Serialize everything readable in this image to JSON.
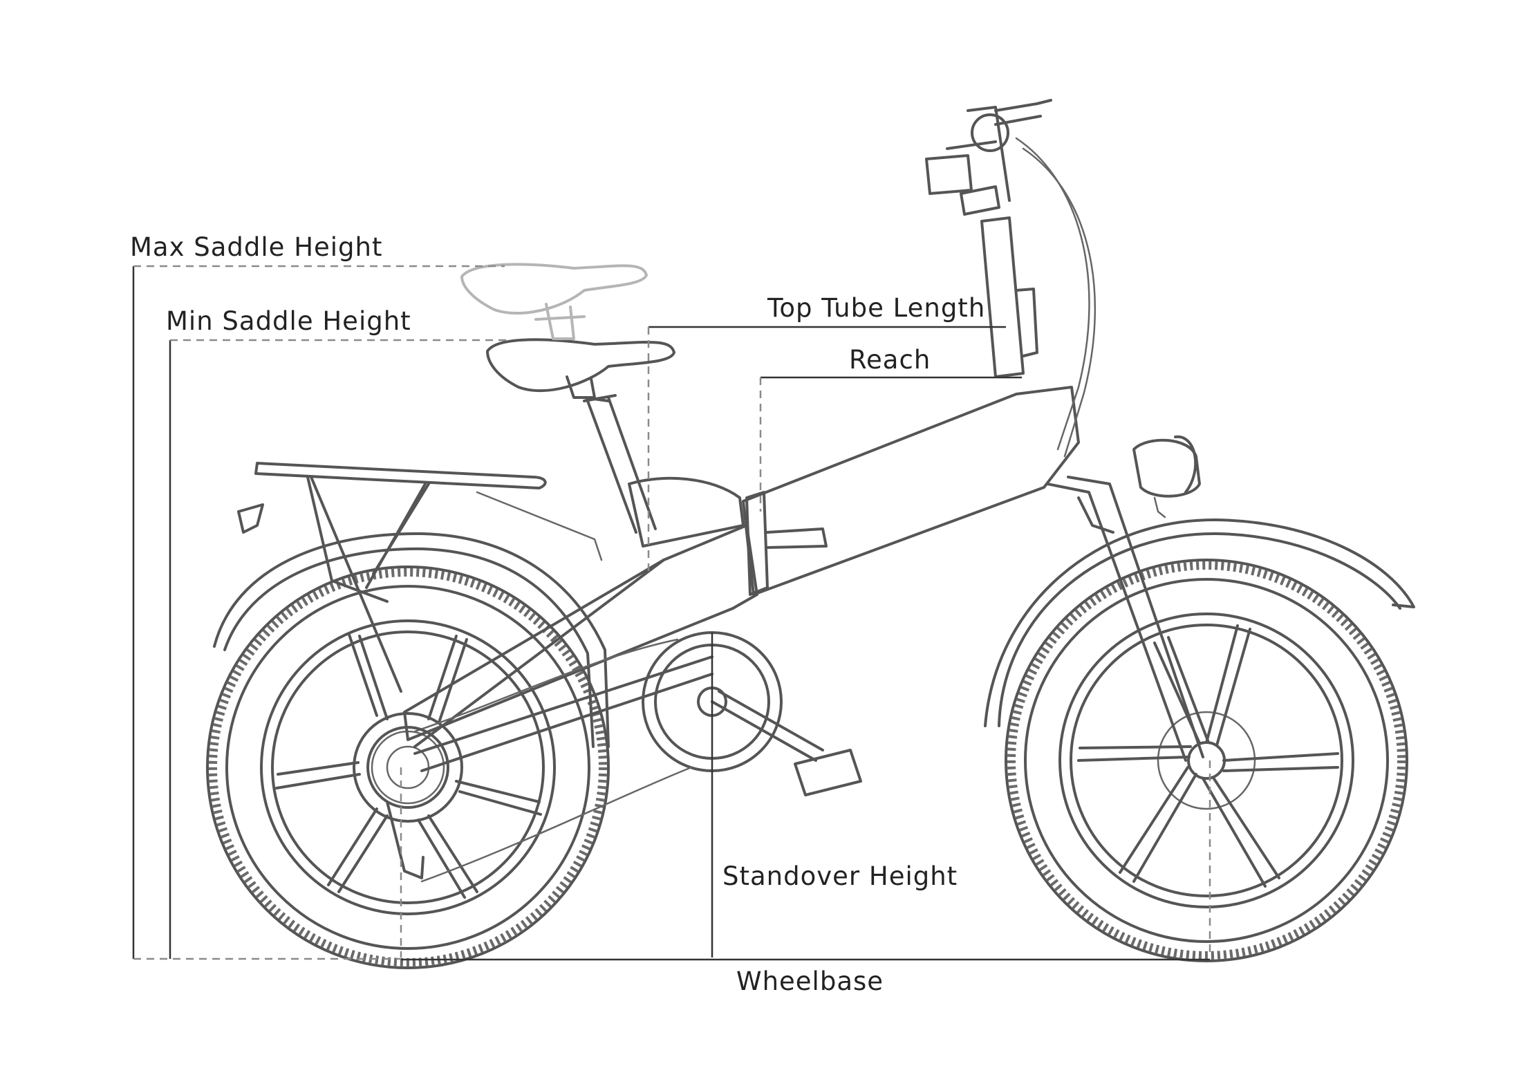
{
  "labels": {
    "max_saddle_height": "Max Saddle Height",
    "min_saddle_height": "Min Saddle Height",
    "top_tube_length": "Top Tube Length",
    "reach": "Reach",
    "standover_height": "Standover Height",
    "wheelbase": "Wheelbase"
  },
  "colors": {
    "line_art": "#555555",
    "ghost_saddle": "#b5b5b5",
    "dimension_line": "#333333",
    "dashed_guide": "#8a8a8a",
    "text": "#222222"
  }
}
